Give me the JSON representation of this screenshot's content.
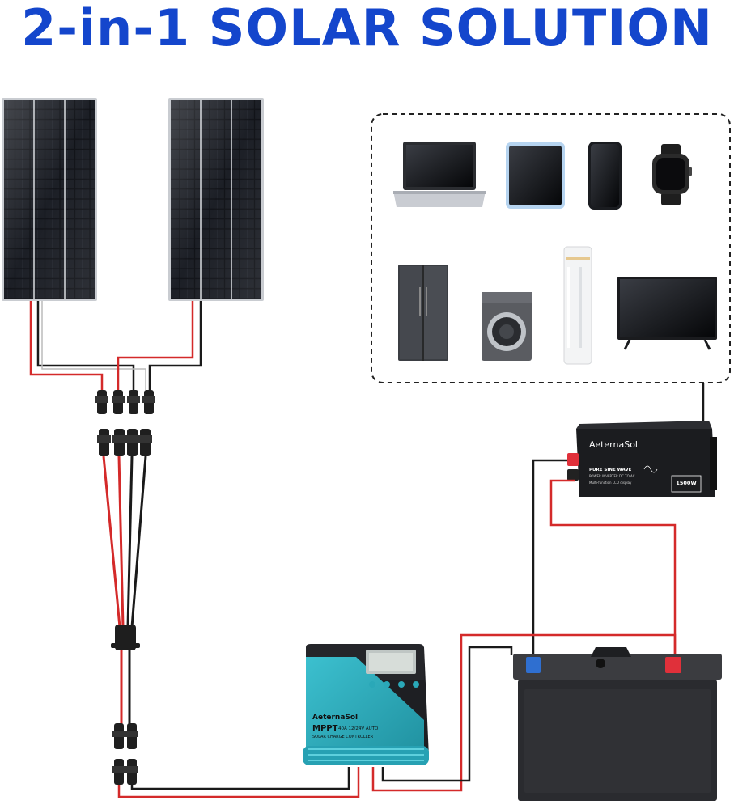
{
  "title": "2-in-1 SOLAR SOLUTION",
  "inverter": {
    "brand": "AeternaSol",
    "line1": "PURE SINE WAVE",
    "line2": "POWER INVERTER  DC TO AC",
    "line3": "Multi-function LCD display",
    "wattage": "1500W"
  },
  "controller": {
    "brand": "AeternaSol",
    "model": "MPPT",
    "spec": "40A  12/24V AUTO",
    "desc": "SOLAR CHARGE CONTROLLER"
  },
  "colors": {
    "title": "#1446cc",
    "wire_red": "#d42a2a",
    "wire_black": "#1a1a1a",
    "controller_teal": "#2aa8b8",
    "panel_cell": "#111318",
    "terminal_positive": "#e0303a",
    "terminal_negative": "#2f6fd0"
  }
}
